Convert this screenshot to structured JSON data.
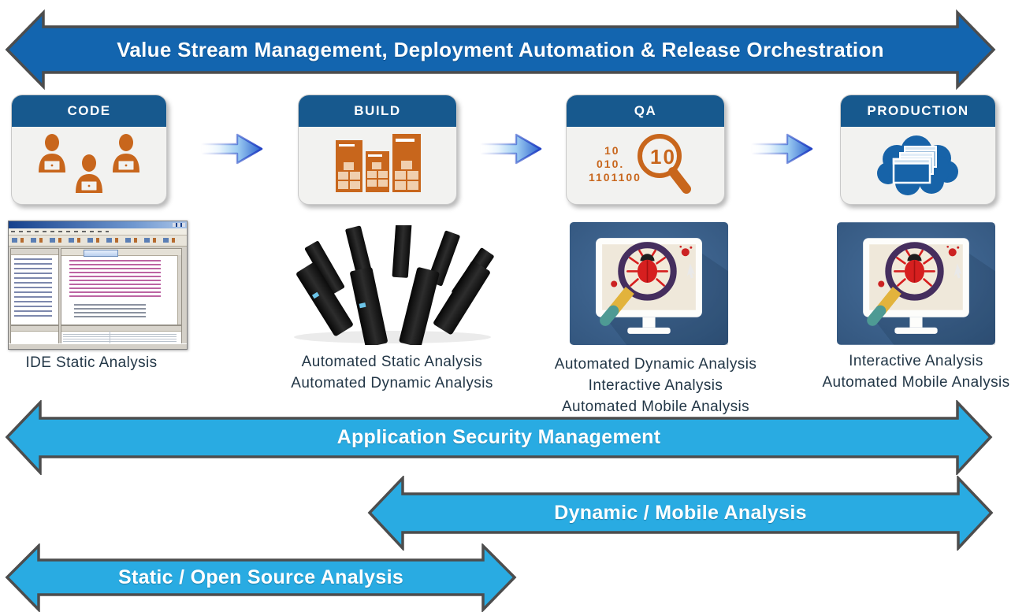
{
  "top_arrow": {
    "label": "Value Stream Management, Deployment Automation & Release Orchestration"
  },
  "stages": [
    {
      "name": "CODE"
    },
    {
      "name": "BUILD"
    },
    {
      "name": "QA"
    },
    {
      "name": "PRODUCTION"
    }
  ],
  "qa_icon": {
    "lens_text": "10",
    "code_lines": [
      "10",
      "010.",
      "1101100"
    ]
  },
  "columns": [
    {
      "captions": [
        "IDE Static Analysis"
      ]
    },
    {
      "captions": [
        "Automated Static Analysis",
        "Automated Dynamic Analysis"
      ]
    },
    {
      "captions": [
        "Automated Dynamic Analysis",
        "Interactive Analysis",
        "Automated Mobile Analysis"
      ]
    },
    {
      "captions": [
        "Interactive Analysis",
        "Automated Mobile Analysis"
      ]
    }
  ],
  "bottom_arrows": [
    {
      "label": "Application Security Management"
    },
    {
      "label": "Dynamic / Mobile Analysis"
    },
    {
      "label": "Static / Open Source Analysis"
    }
  ],
  "colors": {
    "top_arrow_fill": "#1365AF",
    "cyan_arrow_fill": "#29ABE2",
    "arrow_border": "#4d4d4d",
    "stage_header_blue": "#17598E",
    "icon_orange": "#C8661C",
    "cloud_blue": "#1763A8",
    "caption_text": "#233747"
  }
}
